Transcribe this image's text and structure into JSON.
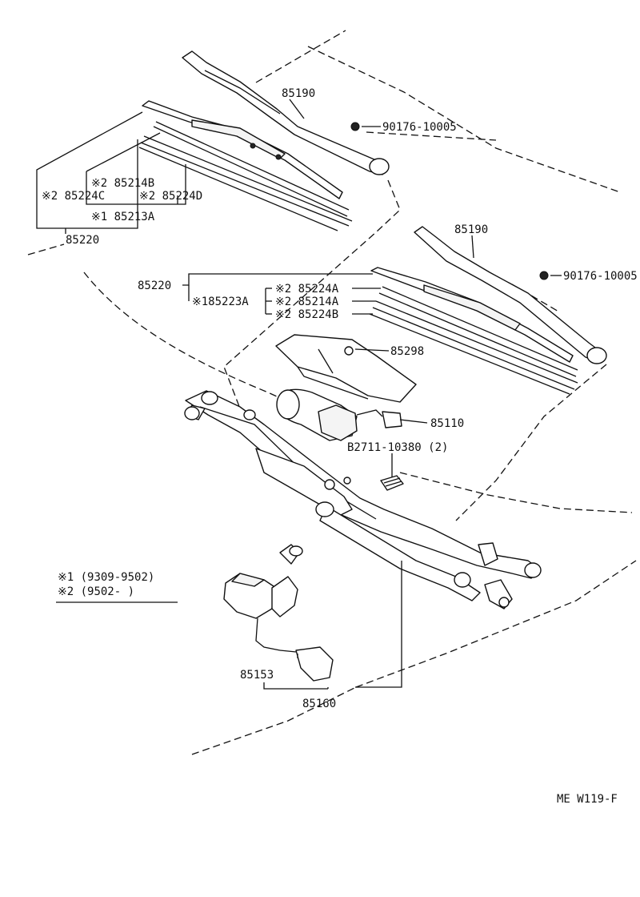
{
  "labels": {
    "arm_upper": "85190",
    "nut_upper": "90176-10005",
    "blade_left_insert_b": "※2  85214B",
    "blade_left_assy_c": "※2  85224C",
    "blade_left_assy_d": "※2  85224D",
    "blade_left_insert_a": "※1 85213A",
    "blade_left": "85220",
    "arm_right": "85190",
    "nut_right": "90176-10005",
    "blade_right": "85220",
    "blade_right_assy_a": "※2  85224A",
    "blade_right_insert_a": "※2  85214A",
    "blade_right_assy_b": "※2  85224B",
    "blade_right_insert_223a": "※185223A",
    "cover": "85298",
    "motor": "85110",
    "bolt": "B2711-10380 (2)",
    "motor_assy": "85153",
    "link_assy": "85160"
  },
  "legend": {
    "line1": "※1  (9309-9502)",
    "line2": "※2  (9502-      )"
  },
  "code": "ME  W119-F"
}
